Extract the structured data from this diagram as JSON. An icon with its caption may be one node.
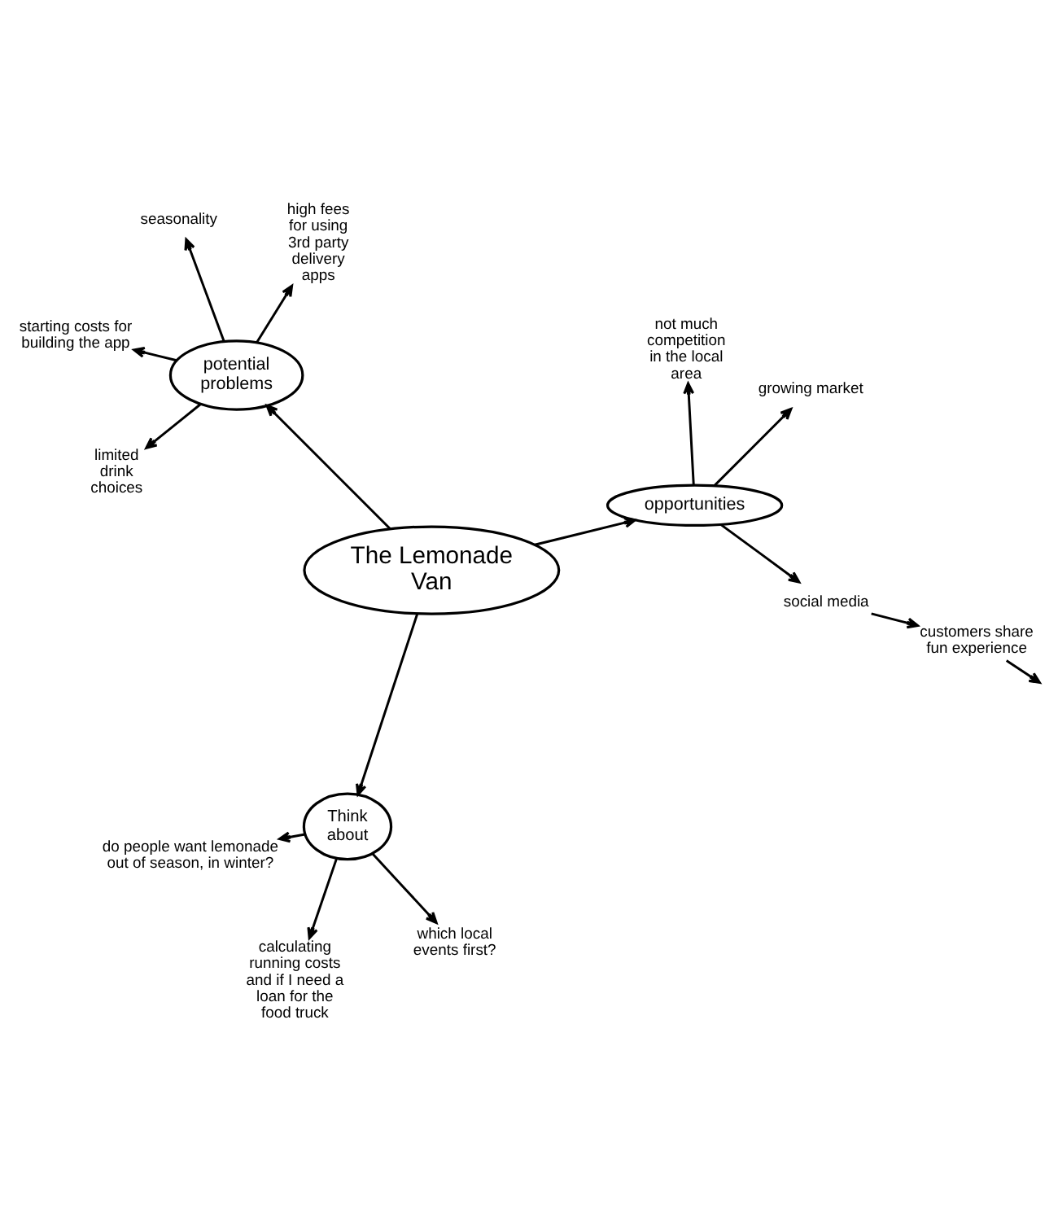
{
  "diagram": {
    "nodes": [
      {
        "text": [
          "The Lemonade Van"
        ]
      },
      {
        "text": [
          "potential problems"
        ]
      },
      {
        "text": [
          "opportunities"
        ]
      },
      {
        "text": [
          "Think about"
        ]
      },
      {
        "text": [
          "starting costs for building the app"
        ]
      },
      {
        "text": [
          "limited drink choices"
        ]
      },
      {
        "text": [
          "high fees for using 3rd party delivery apps"
        ]
      },
      {
        "text": [
          "seasonality"
        ]
      },
      {
        "text": [
          "social media"
        ]
      },
      {
        "text": [
          "growing market"
        ]
      },
      {
        "text": [
          "not much competition in the local area"
        ]
      },
      {
        "text": [
          "customers share fun experience"
        ]
      },
      {
        "text": [
          "do people want lemonade out of season, in winter?"
        ]
      },
      {
        "text": [
          "calculating running costs and if I need a loan for the food truck"
        ]
      },
      {
        "text": [
          "which local events first?"
        ]
      }
    ],
    "edges": [
      {
        "from": 0,
        "to": 1,
        "arrow": "to"
      },
      {
        "from": 0,
        "to": 2,
        "arrow": "to"
      },
      {
        "from": 0,
        "to": 3,
        "arrow": "to"
      },
      {
        "from": 1,
        "to": 4,
        "arrow": "to"
      },
      {
        "from": 1,
        "to": 5,
        "arrow": "to"
      },
      {
        "from": 1,
        "to": 6,
        "arrow": "to"
      },
      {
        "from": 1,
        "to": 7,
        "arrow": "to"
      },
      {
        "from": 2,
        "to": 8,
        "arrow": "to"
      },
      {
        "from": 2,
        "to": 9,
        "arrow": "to"
      },
      {
        "from": 2,
        "to": 10,
        "arrow": "to"
      },
      {
        "from": 8,
        "to": 11,
        "arrow": "to"
      },
      {
        "from": 11,
        "to": null,
        "arrow": "to"
      },
      {
        "from": 3,
        "to": 12,
        "arrow": "to"
      },
      {
        "from": 3,
        "to": 13,
        "arrow": "to"
      },
      {
        "from": 3,
        "to": 14,
        "arrow": "to"
      }
    ]
  }
}
